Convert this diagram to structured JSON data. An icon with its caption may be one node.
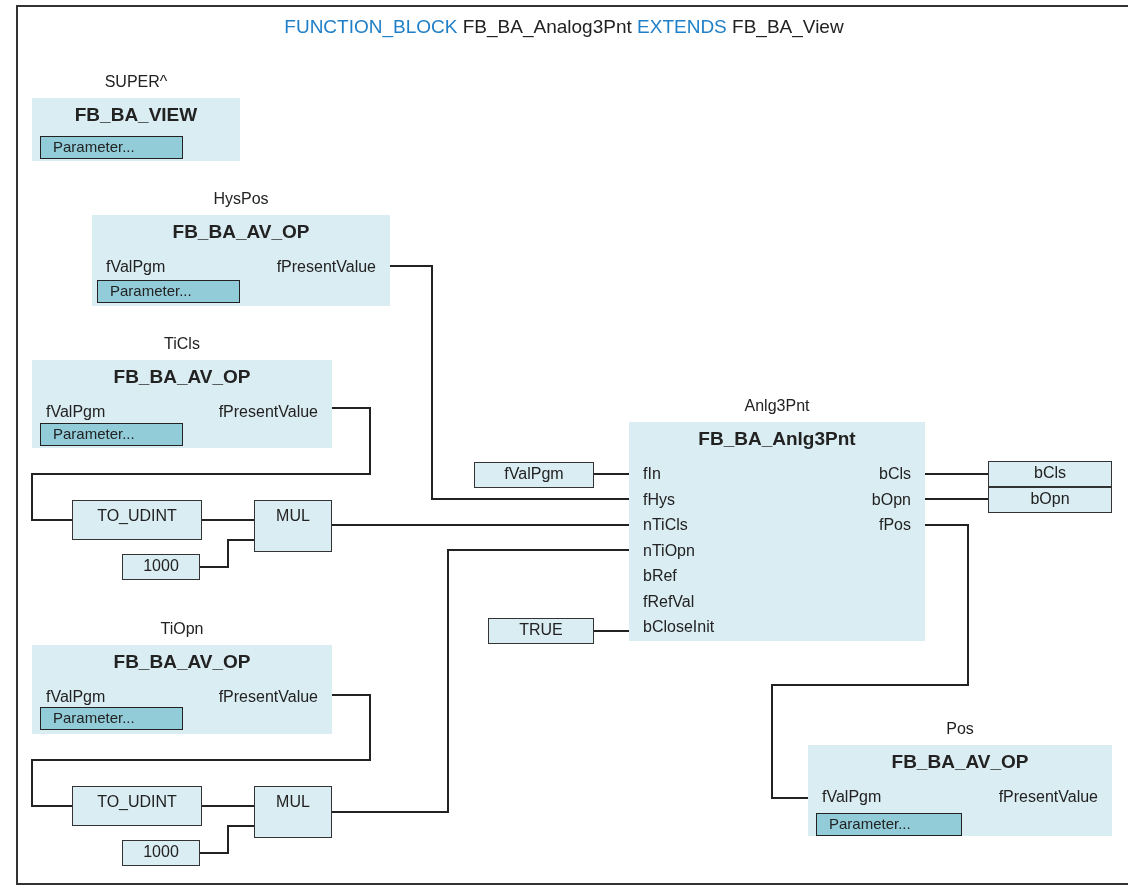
{
  "diagram": {
    "title": "FUNCTION_BLOCK FB_BA_Analog3Pnt EXTENDS FB_BA_View",
    "nodes": [
      {
        "text": [
          "SUPER^",
          "FB_BA_VIEW"
        ]
      },
      {
        "text": [
          "Parameter..."
        ],
        "in": 0
      },
      {
        "text": [
          "HysPos",
          "FB_BA_AV_OP",
          "fValPgm",
          "fPresentValue"
        ]
      },
      {
        "text": [
          "Parameter..."
        ],
        "in": 2
      },
      {
        "text": [
          "TiCls",
          "FB_BA_AV_OP",
          "fValPgm",
          "fPresentValue"
        ]
      },
      {
        "text": [
          "Parameter..."
        ],
        "in": 4
      },
      {
        "text": [
          "TO_UDINT"
        ]
      },
      {
        "text": [
          "MUL"
        ]
      },
      {
        "text": [
          "1000"
        ]
      },
      {
        "text": [
          "TiOpn",
          "FB_BA_AV_OP",
          "fValPgm",
          "fPresentValue"
        ]
      },
      {
        "text": [
          "Parameter..."
        ],
        "in": 9
      },
      {
        "text": [
          "TO_UDINT"
        ]
      },
      {
        "text": [
          "MUL"
        ]
      },
      {
        "text": [
          "1000"
        ]
      },
      {
        "text": [
          "fValPgm"
        ]
      },
      {
        "text": [
          "Anlg3Pnt",
          "FB_BA_Anlg3Pnt",
          "fIn",
          "fHys",
          "nTiCls",
          "nTiOpn",
          "bRef",
          "fRefVal",
          "bCloseInit",
          "bCls",
          "bOpn",
          "fPos"
        ]
      },
      {
        "text": [
          "TRUE"
        ]
      },
      {
        "text": [
          "bCls"
        ]
      },
      {
        "text": [
          "bOpn"
        ]
      },
      {
        "text": [
          "Pos",
          "FB_BA_AV_OP",
          "fValPgm",
          "fPresentValue"
        ]
      },
      {
        "text": [
          "Parameter..."
        ],
        "in": 19
      }
    ],
    "edges": [
      {
        "from": 2,
        "to": 15,
        "arrow": "none"
      },
      {
        "from": 4,
        "to": 6,
        "arrow": "none"
      },
      {
        "from": 6,
        "to": 7,
        "arrow": "none"
      },
      {
        "from": 8,
        "to": 7,
        "arrow": "none"
      },
      {
        "from": 7,
        "to": 15,
        "arrow": "none"
      },
      {
        "from": 9,
        "to": 11,
        "arrow": "none"
      },
      {
        "from": 11,
        "to": 12,
        "arrow": "none"
      },
      {
        "from": 13,
        "to": 12,
        "arrow": "none"
      },
      {
        "from": 12,
        "to": 15,
        "arrow": "none"
      },
      {
        "from": 14,
        "to": 15,
        "arrow": "none"
      },
      {
        "from": 16,
        "to": 15,
        "arrow": "none"
      },
      {
        "from": 15,
        "to": 17,
        "arrow": "none"
      },
      {
        "from": 15,
        "to": 18,
        "arrow": "none"
      },
      {
        "from": 15,
        "to": 19,
        "arrow": "none"
      }
    ]
  }
}
